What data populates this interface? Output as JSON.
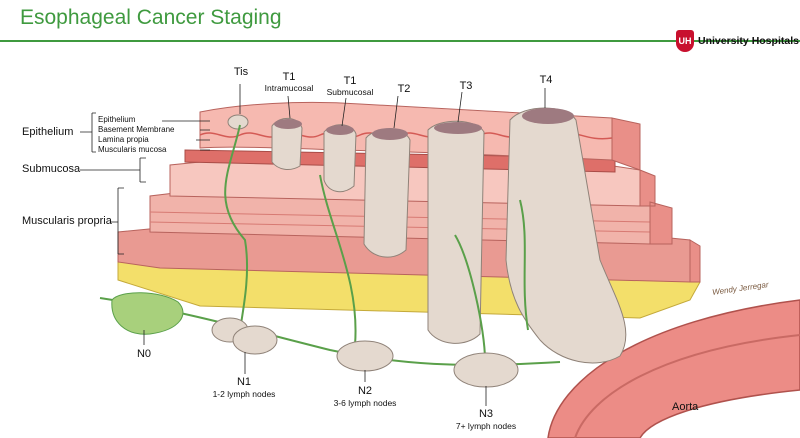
{
  "header": {
    "title": "Esophageal Cancer Staging",
    "brand": "University Hospitals",
    "brand_mark": "UH"
  },
  "layers": {
    "epithelium": "Epithelium",
    "sub_epithelium": "Epithelium",
    "basement_membrane": "Basement Membrane",
    "lamina_propria": "Lamina propia",
    "muscularis_mucosa": "Muscularis mucosa",
    "submucosa": "Submucosa",
    "muscularis_propria": "Muscularis propria"
  },
  "t_stages": [
    {
      "code": "Tis",
      "desc": ""
    },
    {
      "code": "T1",
      "desc": "Intramucosal"
    },
    {
      "code": "T1",
      "desc": "Submucosal"
    },
    {
      "code": "T2",
      "desc": ""
    },
    {
      "code": "T3",
      "desc": ""
    },
    {
      "code": "T4",
      "desc": ""
    }
  ],
  "n_stages": [
    {
      "code": "N0",
      "desc": ""
    },
    {
      "code": "N1",
      "desc": "1-2 lymph nodes"
    },
    {
      "code": "N2",
      "desc": "3-6 lymph nodes"
    },
    {
      "code": "N3",
      "desc": "7+ lymph nodes"
    }
  ],
  "aorta": "Aorta",
  "signature": "Wendy Jerregar",
  "colors": {
    "title_green": "#3f9a3f",
    "brand_red": "#c8102e",
    "tissue_pink": "#f2a7a0",
    "muscle_red": "#e07f7a",
    "fat_yellow": "#f3df6a",
    "tumor": "#e4d9cf",
    "node_green": "#5aa04a"
  }
}
